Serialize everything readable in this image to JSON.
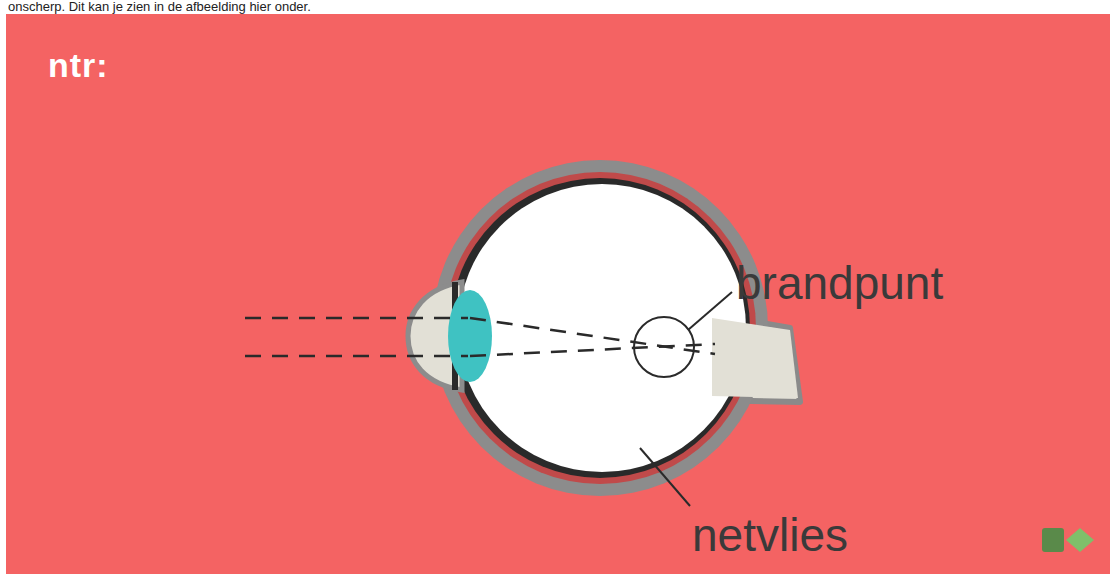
{
  "diagram": {
    "labels": [
      "onscherp. Dit kan je zien in de afbeelding hier onder.",
      "ntr:",
      "brandpunt",
      "netvlies"
    ]
  }
}
